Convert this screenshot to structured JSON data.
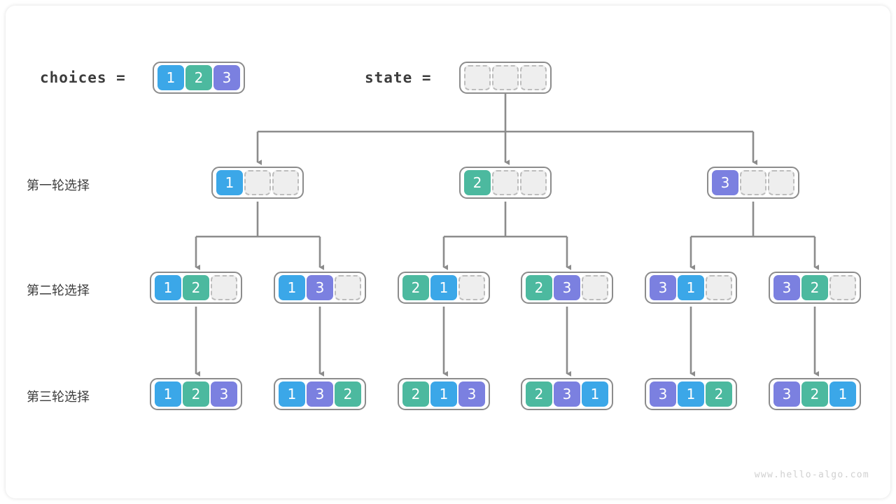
{
  "diagram": {
    "title_choices_label": "choices =",
    "title_state_label": "state =",
    "watermark": "www.hello-algo.com",
    "colors": {
      "value_1": "#3ba7e8",
      "value_2": "#4cb99f",
      "value_3": "#7b80e0",
      "empty_cell": "#eeeeee",
      "border": "#8c8c8c",
      "connector": "#8c8c8c",
      "text": "#3c3c3c"
    },
    "choices": [
      "1",
      "2",
      "3"
    ],
    "state": [
      "",
      "",
      ""
    ],
    "row_labels": [
      "第一轮选择",
      "第二轮选择",
      "第三轮选择"
    ],
    "level1": [
      {
        "cells": [
          "1",
          "",
          ""
        ]
      },
      {
        "cells": [
          "2",
          "",
          ""
        ]
      },
      {
        "cells": [
          "3",
          "",
          ""
        ]
      }
    ],
    "level2": [
      {
        "cells": [
          "1",
          "2",
          ""
        ]
      },
      {
        "cells": [
          "1",
          "3",
          ""
        ]
      },
      {
        "cells": [
          "2",
          "1",
          ""
        ]
      },
      {
        "cells": [
          "2",
          "3",
          ""
        ]
      },
      {
        "cells": [
          "3",
          "1",
          ""
        ]
      },
      {
        "cells": [
          "3",
          "2",
          ""
        ]
      }
    ],
    "level3": [
      {
        "cells": [
          "1",
          "2",
          "3"
        ]
      },
      {
        "cells": [
          "1",
          "3",
          "2"
        ]
      },
      {
        "cells": [
          "2",
          "1",
          "3"
        ]
      },
      {
        "cells": [
          "2",
          "3",
          "1"
        ]
      },
      {
        "cells": [
          "3",
          "1",
          "2"
        ]
      },
      {
        "cells": [
          "3",
          "2",
          "1"
        ]
      }
    ]
  }
}
